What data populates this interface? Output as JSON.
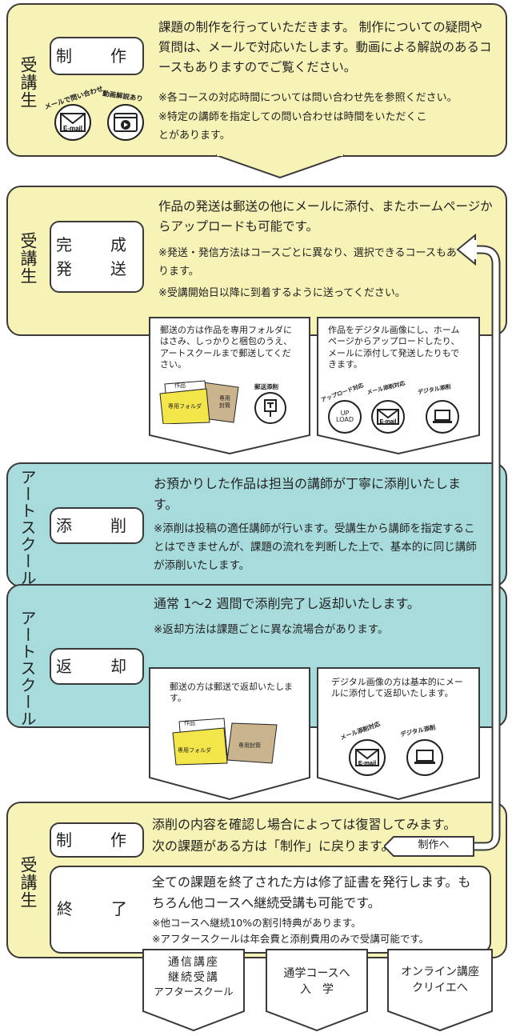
{
  "colors": {
    "yellow": "#f7f2b5",
    "teal": "#a8dbdc",
    "line": "#3a3a3a"
  },
  "step1": {
    "side": "受講生",
    "box": "制　作",
    "text": "課題の制作を行っていただきます。 制作についての疑問や質問は、メールで対応いたします。動画による解説のあるコースもありますのでご覧ください。",
    "note1": "※各コースの対応時間については問い合わせ先を参照ください。",
    "note2": "※特定の講師を指定しての問い合わせは時間をいただくことがあります。",
    "icon1_label": "メールで問い合わせ",
    "icon1_text": "E-mail",
    "icon2_label": "動画解説あり"
  },
  "step2": {
    "side": "受講生",
    "box1": "完　成",
    "box2": "発　送",
    "text": "作品の発送は郵送の他にメールに添付、またホームページからアップロードも可能です。",
    "note1": "※発送・発信方法はコースごとに異なり、選択できるコースもあります。",
    "note2": "※受講開始日以降に到着するように送ってください。",
    "card1": {
      "text": "郵送の方は作品を専用フォルダにはさみ、しっかりと梱包のうえ、アートスクールまで郵送してください。",
      "folder_top": "作品",
      "folder_label": "専用フォルダ",
      "envelope_label": "専用封筒",
      "icon_label": "郵送添削"
    },
    "card2": {
      "text": "作品をデジタル画像にし、ホームページからアップロードしたり、メールに添付して発送したりもできます。",
      "icon1_label": "アップロード対応",
      "icon1_text1": "UP",
      "icon1_text2": "LOAD",
      "icon2_label": "メール添削対応",
      "icon2_text": "E-mail",
      "icon3_label": "デジタル添削"
    }
  },
  "step3": {
    "side": "アートスクール",
    "box": "添　削",
    "text": "お預かりした作品は担当の講師が丁寧に添削いたします。",
    "note": "※添削は投稿の適任講師が行います。受講生から講師を指定することはできませんが、課題の流れを判断した上で、基本的に同じ講師が添削いたします。"
  },
  "step4": {
    "side": "アートスクール",
    "box": "返　却",
    "text": "通常 1〜2 週間で添削完了し返却いたします。",
    "note": "※返却方法は課題ごとに異な流場合があります。",
    "card1": {
      "text": "郵送の方は郵送で返却いたします。",
      "folder_top": "作品",
      "folder_label": "専用フォルダ",
      "envelope_label": "専用封筒"
    },
    "card2": {
      "text": "デジタル画像の方は基本的にメールに添付して返却いたします。",
      "icon1_label": "メール添削対応",
      "icon1_text": "E-mail",
      "icon2_label": "デジタル添削"
    }
  },
  "step5": {
    "side": "受講生",
    "box1": "制　作",
    "text1a": "添削の内容を確認し場合によっては復習してみます。",
    "text1b": "次の課題がある方は「制作」に戻ります。",
    "back_label": "制作へ",
    "box2": "終　了",
    "text2": "全ての課題を終了された方は修了証書を発行します。もちろん他コースへ継続受講も可能です。",
    "note1": "※他コースへ継続10%の割引特典があります。",
    "note2": "※アフタースクールは年会費と添削費用のみで受講可能です。"
  },
  "next": [
    {
      "line1": "通信講座",
      "line2": "継続受講",
      "line3": "アフタースクール"
    },
    {
      "line1": "通学コースへ",
      "line2": "入　学"
    },
    {
      "line1": "オンライン講座",
      "line2": "クリイエへ"
    }
  ]
}
